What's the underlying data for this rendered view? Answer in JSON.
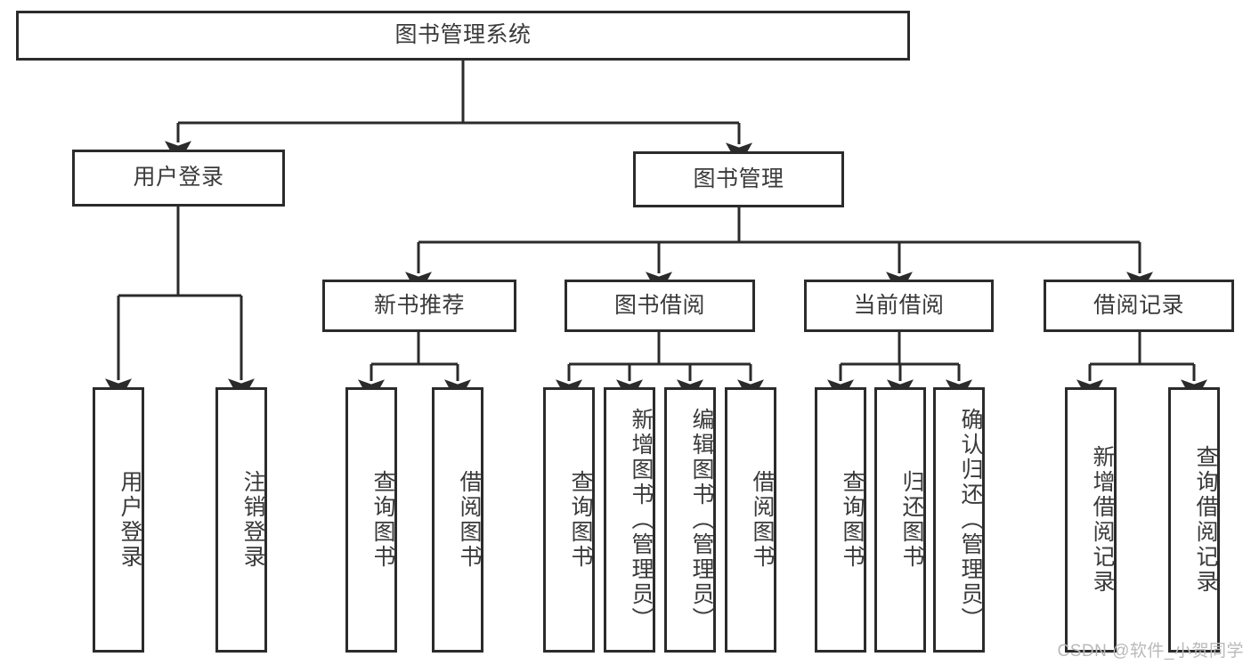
{
  "diagram": {
    "title": "图书管理系统",
    "type": "tree",
    "watermark": "CSDN @软件_小贺同学",
    "colors": {
      "border": "#2b2b2b",
      "text": "#3a3a3a",
      "background": "#ffffff",
      "edge": "#2b2b2b",
      "watermark": "#b9b9b9"
    },
    "levels": {
      "root": {
        "label": "图书管理系统"
      },
      "level2": [
        {
          "label": "用户登录"
        },
        {
          "label": "图书管理"
        }
      ],
      "level3": [
        {
          "label": "新书推荐"
        },
        {
          "label": "图书借阅"
        },
        {
          "label": "当前借阅"
        },
        {
          "label": "借阅记录"
        }
      ],
      "leaves_user_login": [
        {
          "label": "用户登录"
        },
        {
          "label": "注销登录"
        }
      ],
      "leaves_new_books": [
        {
          "label": "查询图书"
        },
        {
          "label": "借阅图书"
        }
      ],
      "leaves_borrow": [
        {
          "label": "查询图书"
        },
        {
          "label": "新增图书（管理员）"
        },
        {
          "label": "编辑图书（管理员）"
        },
        {
          "label": "借阅图书"
        }
      ],
      "leaves_current": [
        {
          "label": "查询图书"
        },
        {
          "label": "归还图书"
        },
        {
          "label": "确认归还（管理员）"
        }
      ],
      "leaves_records": [
        {
          "label": "新增借阅记录"
        },
        {
          "label": "查询借阅记录"
        }
      ]
    }
  }
}
